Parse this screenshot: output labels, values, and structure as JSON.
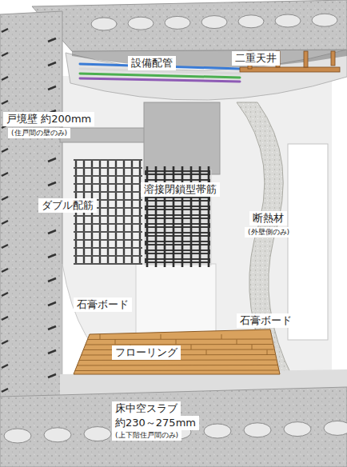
{
  "diagram": {
    "labels": [
      "設備配管",
      "二重天井",
      "戸境壁 約200mm",
      "(住戸間の壁のみ)",
      "ダブル配筋",
      "溶接閉鎖型帯筋",
      "断熱材",
      "(外壁側のみ)",
      "石膏ボード",
      "石膏ボード",
      "フローリング",
      "床中空スラブ",
      "約230～275mm",
      "(上下階住戸間のみ)"
    ]
  }
}
